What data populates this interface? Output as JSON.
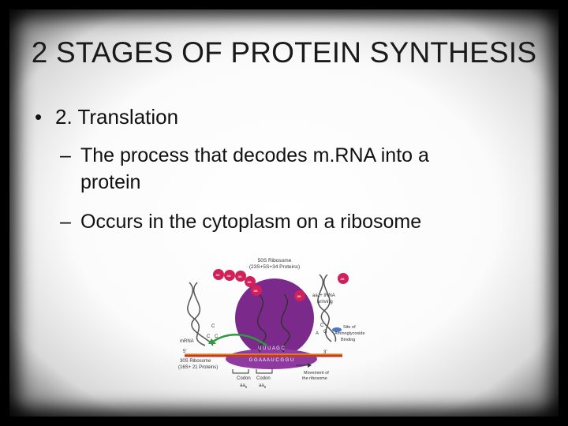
{
  "slide": {
    "title": "2 STAGES OF PROTEIN SYNTHESIS",
    "bullets": {
      "main_marker": "•",
      "main_text": "2. Translation",
      "sub_marker": "–",
      "sub1_line1": "The process that decodes m.RNA into a",
      "sub1_line2": "protein",
      "sub2": "Occurs in the cytoplasm on a ribosome"
    }
  },
  "diagram": {
    "label_50s_line1": "50S Ribosome",
    "label_50s_line2": "(23S+5S+34 Proteins)",
    "label_trna_line1": "aa",
    "label_trna_sub": "7",
    "label_trna_line1b": "+ tRNA",
    "label_trna_line2": "arriving",
    "label_site_line1": "Site of",
    "label_site_line2": "Aminoglycoside",
    "label_site_line3": "Binding",
    "label_mrna": "mRNA",
    "label_30s_line1": "30S Ribosome",
    "label_30s_line2": "(16S+ 21 Proteins)",
    "label_five_prime": "5'",
    "label_three_prime": "3'",
    "label_movement_line1": "Movement of",
    "label_movement_line2": "the ribosome",
    "label_codon1": "Codon",
    "label_codon2": "Codon",
    "label_aa5": "aa",
    "label_aa5_sub": "5",
    "label_aa6": "aa",
    "label_aa6_sub": "6",
    "anticodon_seq": "U U U A G C",
    "mrna_seq": "G G A A A U C G G U",
    "trna_left_c1": "C",
    "trna_left_c2": "C",
    "trna_left_c3": "C",
    "trna_right_c": "C",
    "trna_right_g": "G",
    "trna_right_a": "A",
    "amino_label": "aa",
    "colors": {
      "ribosome": "#7b2a8c",
      "amino_acid": "#d0215a",
      "mrna": "#c23a26",
      "trna_line": "#555555",
      "arrow": "#2e9a3e",
      "site": "#4a78c8"
    }
  }
}
